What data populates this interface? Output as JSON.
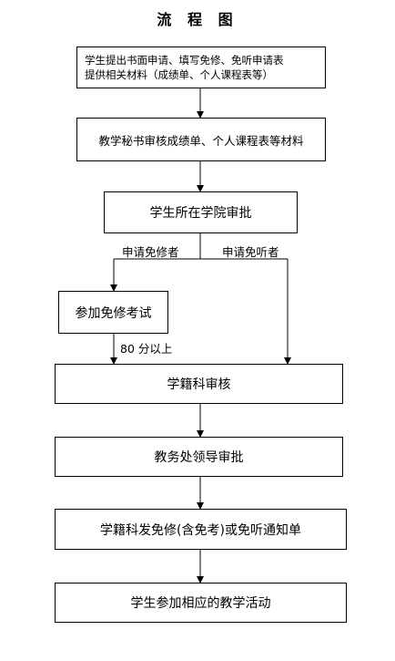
{
  "title": "流 程 图",
  "steps": {
    "apply": {
      "line1": "学生提出书面申请、填写免修、免听申请表",
      "line2": "提供相关材料（成绩单、个人课程表等）"
    },
    "secretary": "教学秘书审核成绩单、个人课程表等材料",
    "college": "学生所在学院审批",
    "exam": "参加免修考试",
    "registry_review": "学籍科审核",
    "leader": "教务处领导审批",
    "notice": "学籍科发免修(含免考)或免听通知单",
    "activity": "学生参加相应的教学活动"
  },
  "branches": {
    "exempt_study": "申请免修者",
    "exempt_attend": "申请免听者",
    "score": "80 分以上"
  }
}
